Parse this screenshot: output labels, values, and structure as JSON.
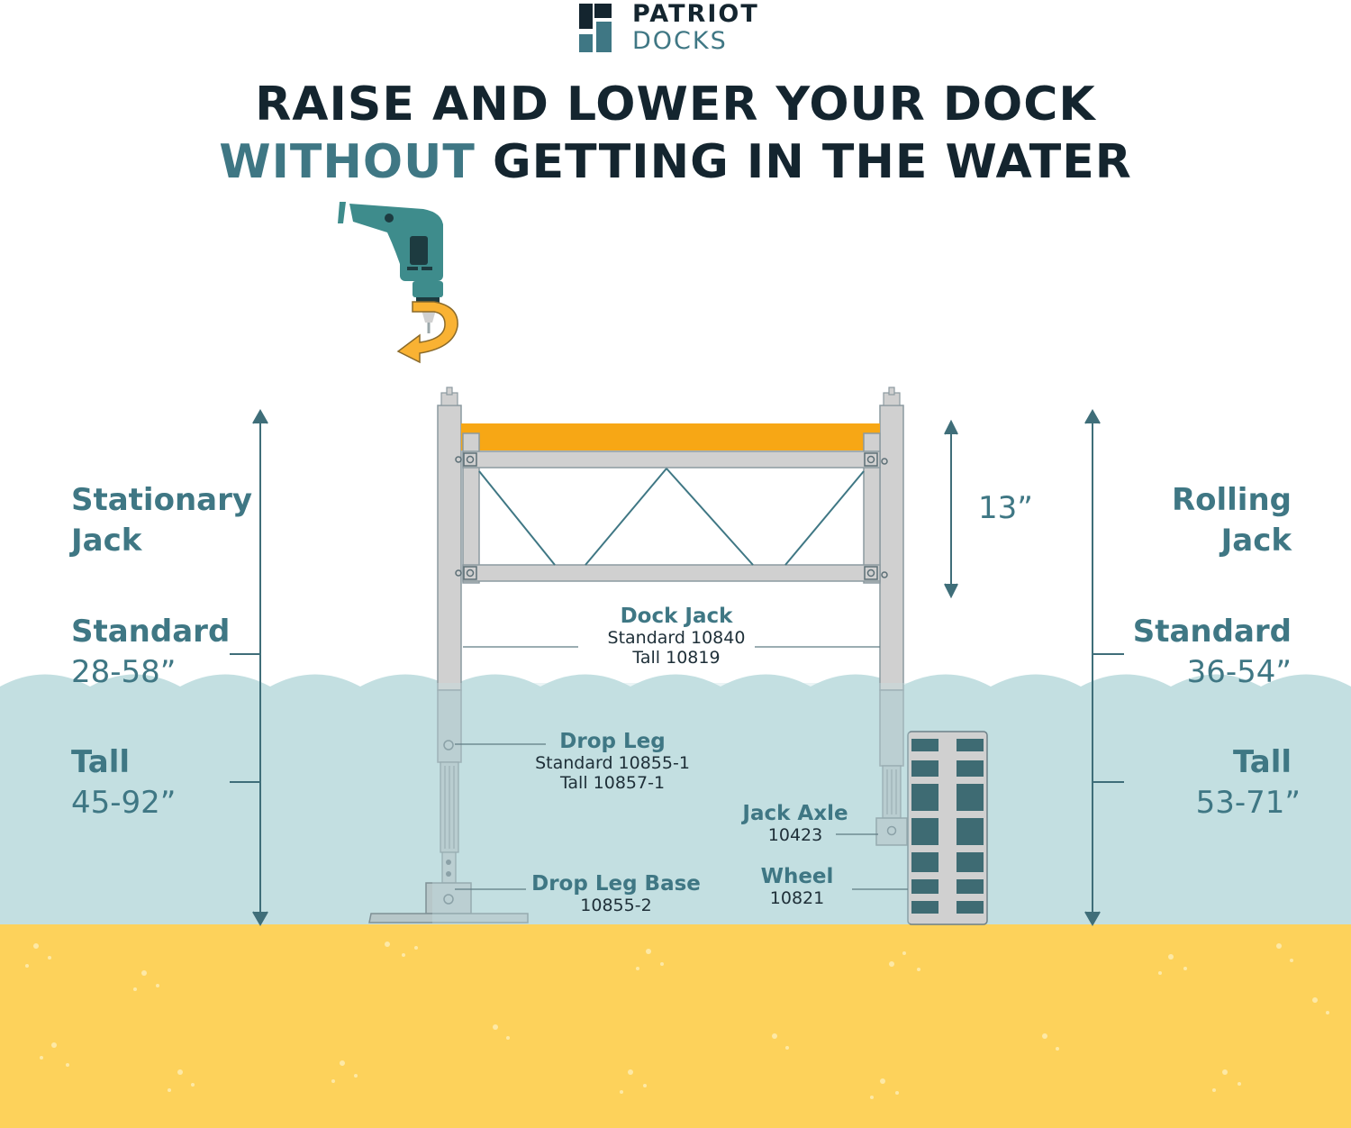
{
  "logo": {
    "line1": "PATRIOT",
    "line2": "DOCKS"
  },
  "headline": {
    "line1": "RAISE AND LOWER YOUR DOCK",
    "line2_accent": "WITHOUT",
    "line2_rest": "GETTING IN THE WATER"
  },
  "left": {
    "title_line1": "Stationary",
    "title_line2": "Jack",
    "standard_label": "Standard",
    "standard_range": "28-58”",
    "tall_label": "Tall",
    "tall_range": "45-92”"
  },
  "right": {
    "title_line1": "Rolling",
    "title_line2": "Jack",
    "standard_label": "Standard",
    "standard_range": "36-54”",
    "tall_label": "Tall",
    "tall_range": "53-71”"
  },
  "height_callout": "13”",
  "parts": {
    "dock_jack": {
      "title": "Dock Jack",
      "line1": "Standard 10840",
      "line2": "Tall 10819"
    },
    "drop_leg": {
      "title": "Drop Leg",
      "line1": "Standard 10855-1",
      "line2": "Tall 10857-1"
    },
    "drop_leg_base": {
      "title": "Drop Leg Base",
      "line1": "10855-2"
    },
    "jack_axle": {
      "title": "Jack Axle",
      "line1": "10423"
    },
    "wheel": {
      "title": "Wheel",
      "line1": "10821"
    }
  },
  "colors": {
    "dark_text": "#14252f",
    "accent_teal": "#3f7784",
    "water": "#c3dfe1",
    "sand": "#fdd25b",
    "deck": "#f7a715",
    "frame": "#d0d0d0",
    "drill": "#3e8c8c",
    "arrow": "#f9b233"
  },
  "icons": [
    "patriot-docks-logo-icon",
    "power-drill-icon",
    "rotate-arrow-icon"
  ]
}
